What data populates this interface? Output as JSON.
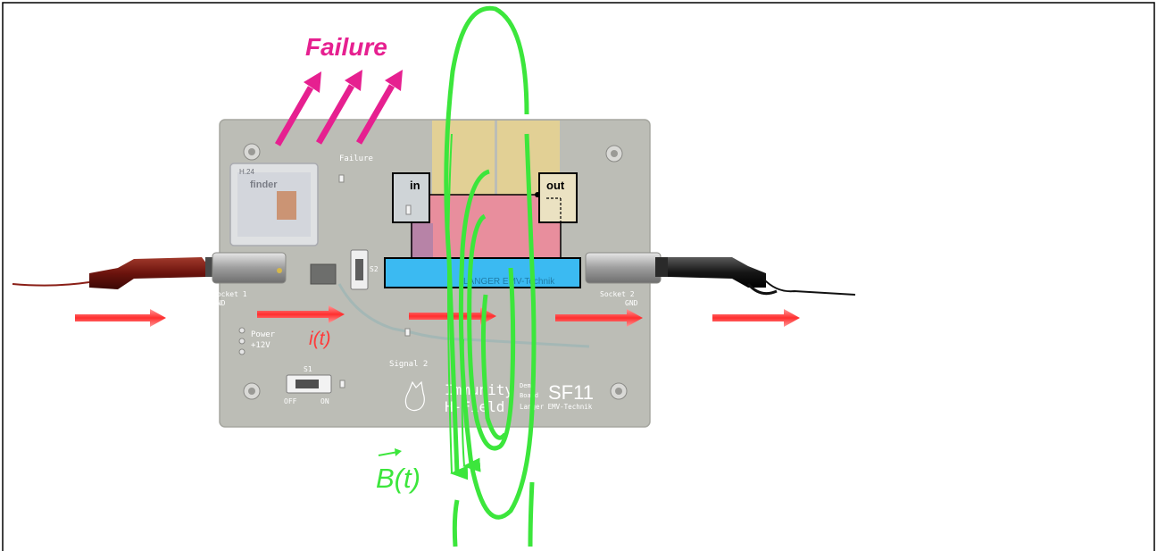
{
  "labels": {
    "failure": "Failure",
    "current": "i(t)",
    "field": "B(t)",
    "ic_in": "in",
    "ic_out": "out",
    "chip_text": "LANGER  EMV-Technik",
    "failure_led": "Failure",
    "socket1_line1": "Socket 1",
    "socket1_line2": "GND",
    "socket2_line1": "Socket 2",
    "socket2_line2": "GND",
    "power_line1": "Power",
    "power_line2": "+12V",
    "signal2": "Signal 2",
    "s1": "S1",
    "s2": "S2",
    "switch_off": "OFF",
    "switch_on": "ON",
    "logo_line1": "Immunity",
    "logo_line2": "H-Field",
    "board_small1": "Demo",
    "board_small2": "Board",
    "board_small3": "Langer EMV-Technik",
    "board_id": "SF11",
    "relay_text": "finder"
  },
  "colors": {
    "failure_magenta": "#e62090",
    "field_green": "#3ce63c",
    "current_red": "#ff3a3a",
    "board_gray": "#b9b9b4",
    "chip_blue": "#39b9f1",
    "pcb_pink": "#e88c9a",
    "gold_pad": "#e8cf8c"
  }
}
